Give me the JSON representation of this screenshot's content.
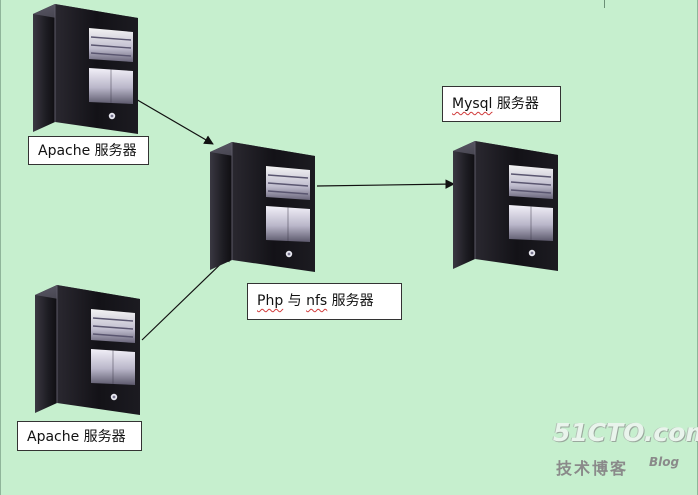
{
  "diagram": {
    "labels": {
      "apache_top": "Apache 服务器",
      "apache_bottom": "Apache 服务器",
      "php_prefix": "Php",
      "php_mid": " 与 ",
      "php_nfs": "nfs",
      "php_suffix": " 服务器",
      "mysql_prefix": "Mysql",
      "mysql_suffix": " 服务器"
    }
  },
  "watermark": {
    "main": "51CTO.com",
    "sub": "技术博客",
    "blog": "Blog"
  },
  "colors": {
    "background": "#c6efce",
    "server_body": "#17161a",
    "label_border": "#333333",
    "arrow": "#111111"
  },
  "icons": [
    "tower-server-icon"
  ]
}
